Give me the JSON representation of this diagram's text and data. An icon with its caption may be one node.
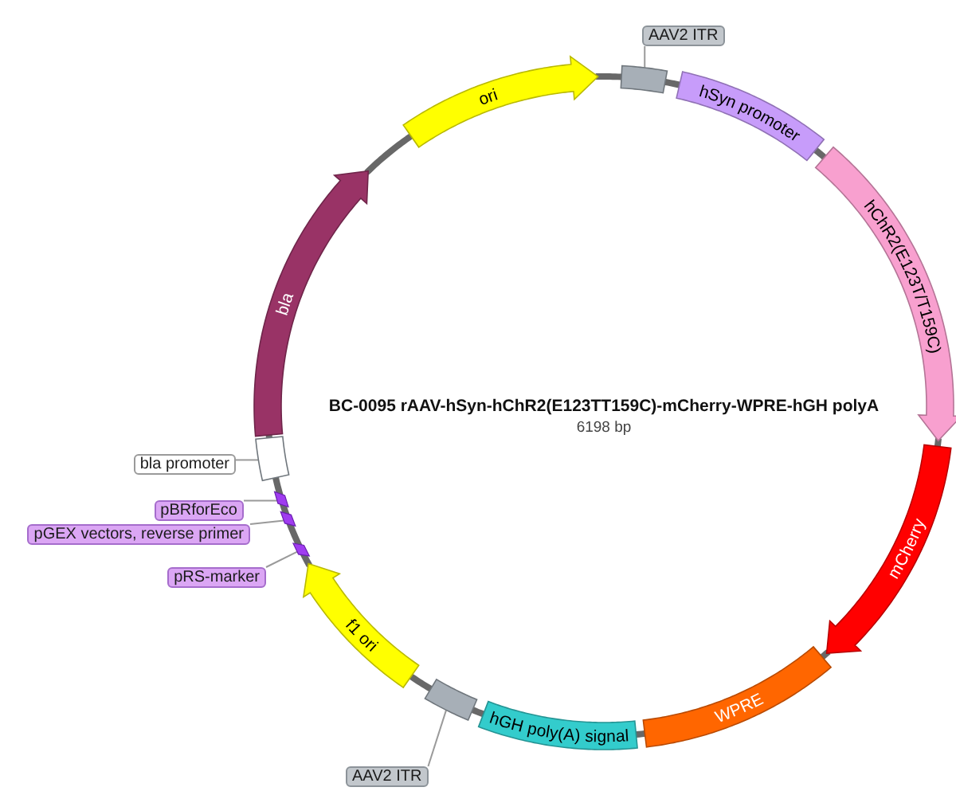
{
  "diagram": {
    "title": "BC-0095 rAAV-hSyn-hChR2(E123TT159C)-mCherry-WPRE-hGH polyA",
    "nodes": [
      {
        "text": [
          "AAV2 ITR"
        ]
      },
      {
        "text": [
          "ori"
        ]
      },
      {
        "text": [],
        "shape": "box"
      },
      {
        "text": [
          "hSyn promoter"
        ]
      },
      {
        "text": [
          "hChR2(E123T/T159C)"
        ]
      },
      {
        "text": [
          "bla"
        ]
      },
      {
        "text": [
          "bla promoter"
        ]
      },
      {
        "text": [],
        "shape": "box"
      },
      {
        "text": [
          "pBRforEco"
        ]
      },
      {
        "text": [],
        "shape": "arrow"
      },
      {
        "text": [
          "pGEX vectors, reverse primer"
        ]
      },
      {
        "text": [],
        "shape": "arrow"
      },
      {
        "text": [
          "mCherry"
        ]
      },
      {
        "text": [
          "pRS-marker"
        ]
      },
      {
        "text": [],
        "shape": "arrow"
      },
      {
        "text": [
          "f1 ori"
        ]
      },
      {
        "text": [
          "WPRE"
        ]
      },
      {
        "text": [],
        "shape": "box"
      },
      {
        "text": [
          "hGH poly(A) signal"
        ]
      },
      {
        "text": [
          "AAV2 ITR"
        ]
      }
    ],
    "edges": [
      {
        "from": 0,
        "to": 2,
        "arrow": "none"
      },
      {
        "from": 6,
        "to": 7,
        "arrow": "none"
      },
      {
        "from": 8,
        "to": 9,
        "arrow": "none"
      },
      {
        "from": 10,
        "to": 11,
        "arrow": "none"
      },
      {
        "from": 13,
        "to": 14,
        "arrow": "none"
      },
      {
        "from": 19,
        "to": 17,
        "arrow": "none"
      }
    ],
    "labels": [
      "6198 bp"
    ]
  }
}
